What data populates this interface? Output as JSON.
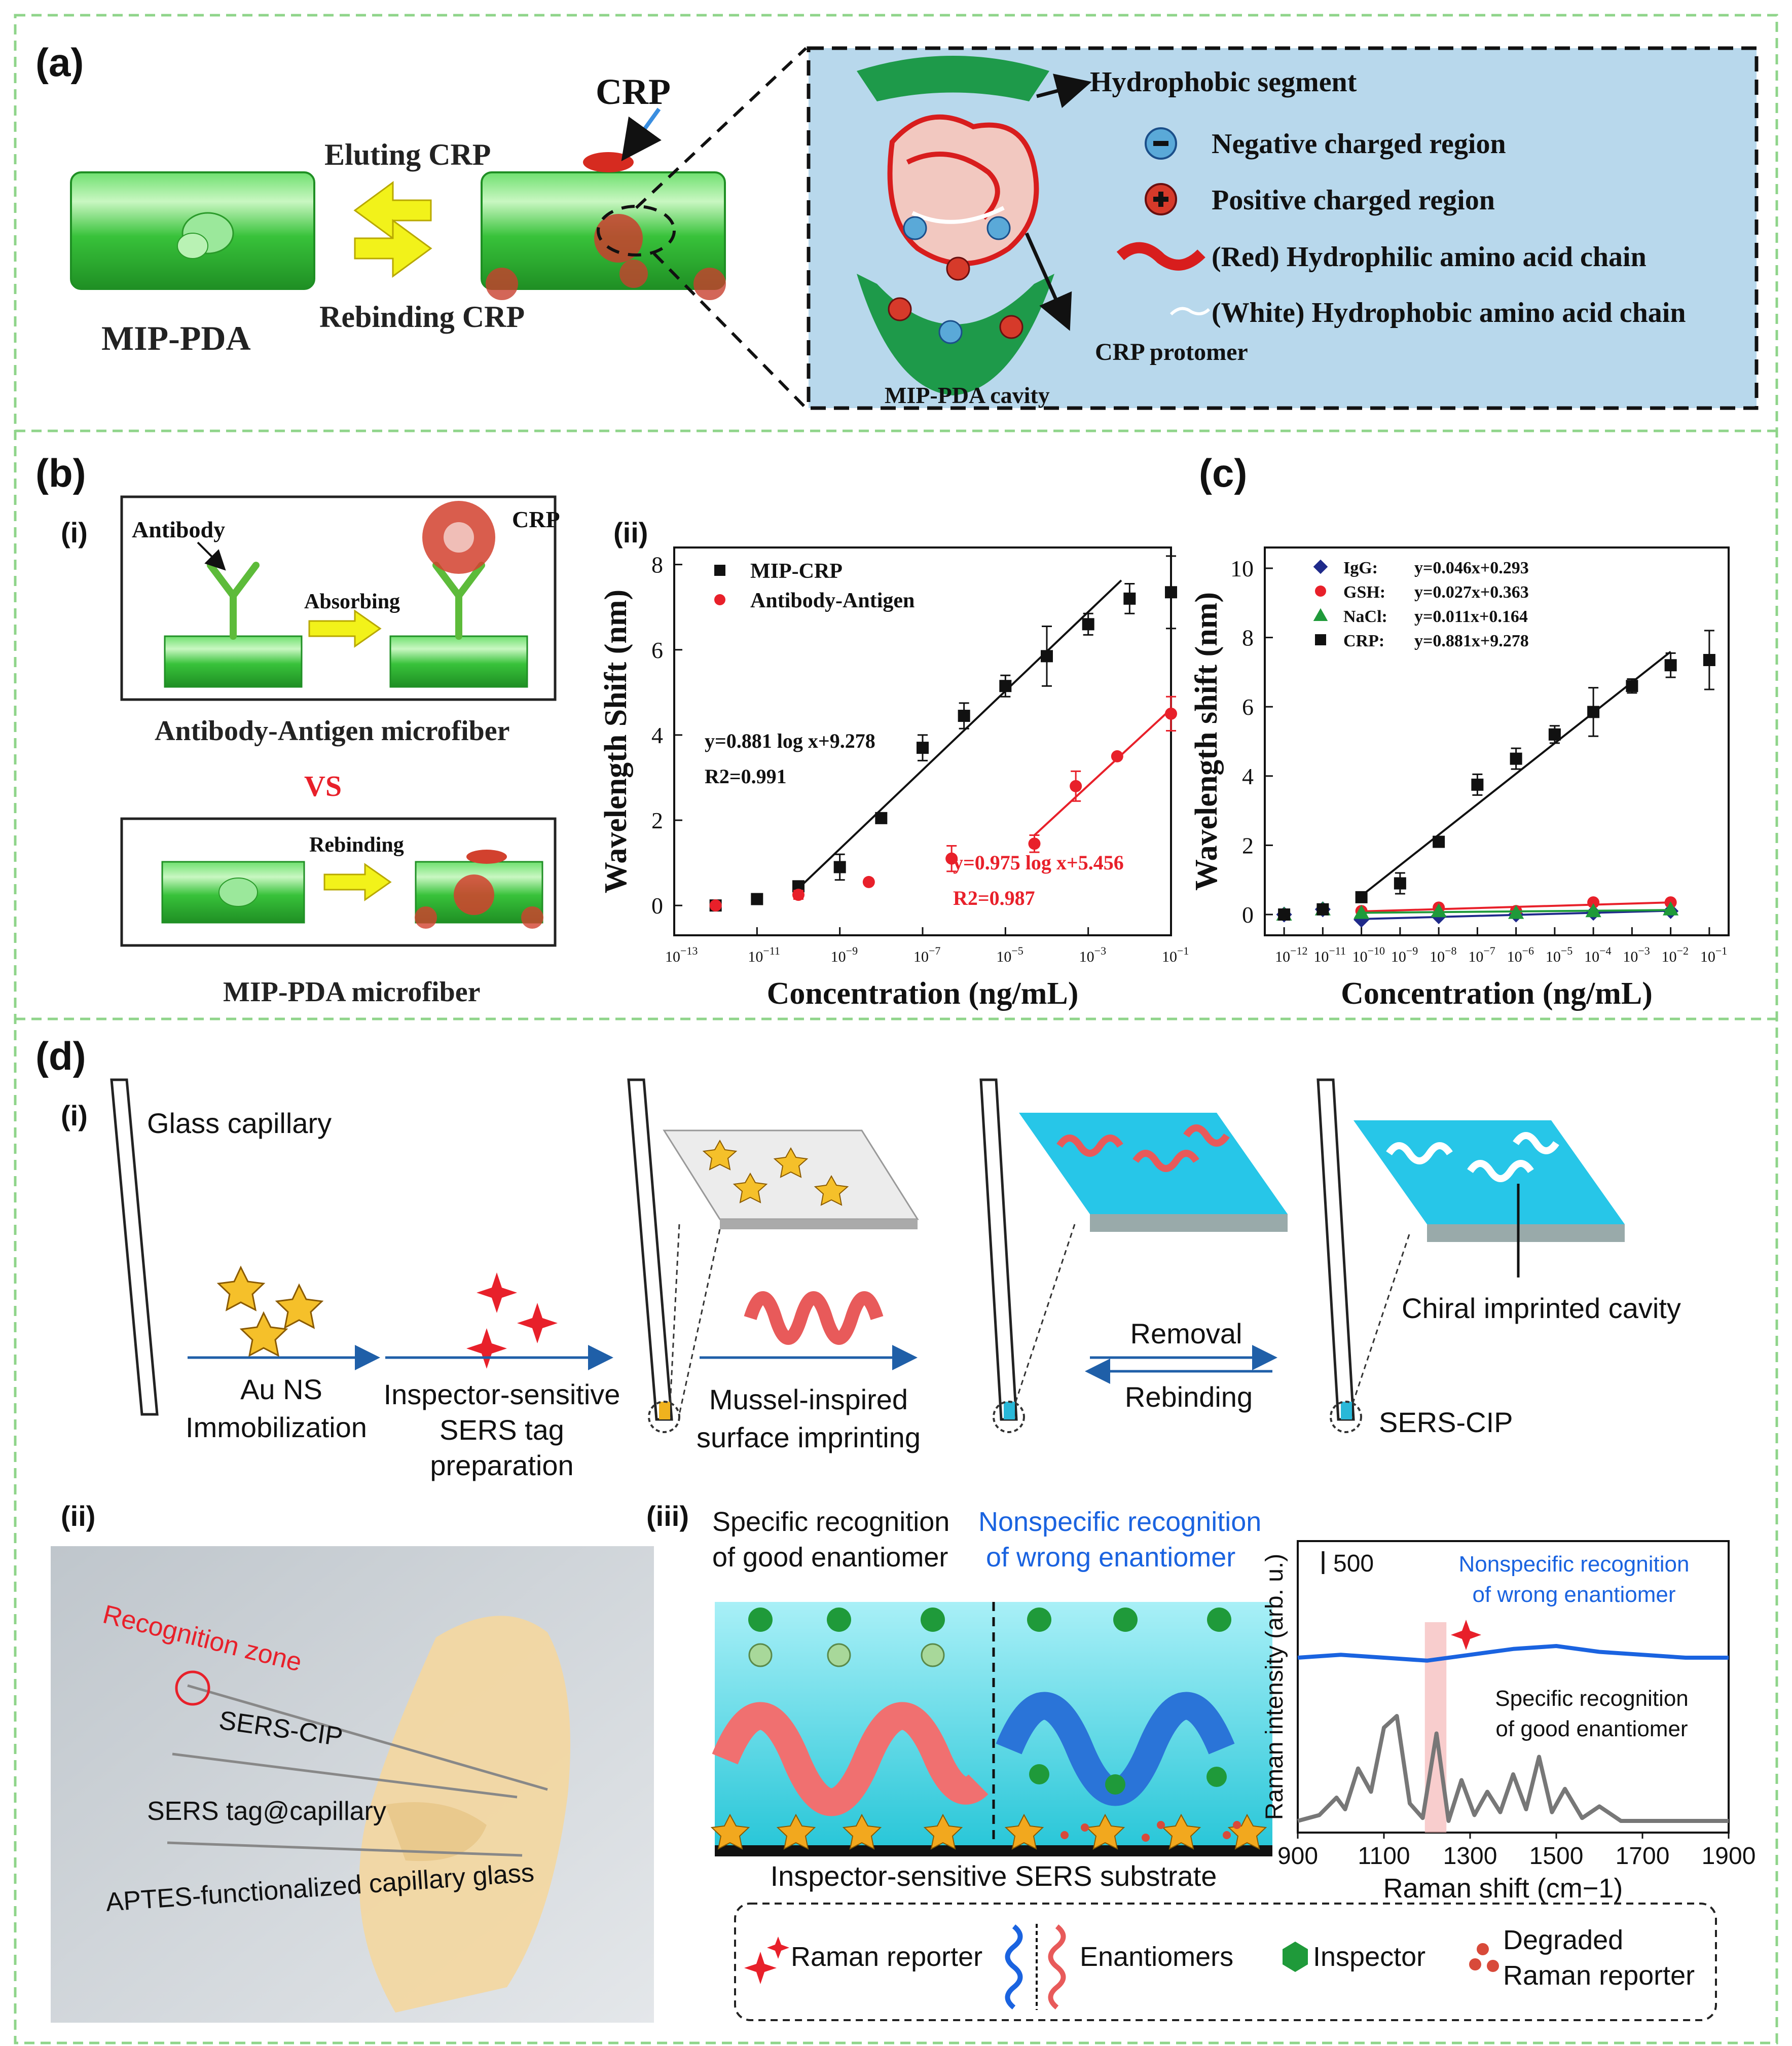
{
  "panel_a": {
    "label": "(a)",
    "crp": "CRP",
    "eluting": "Eluting CRP",
    "rebinding": "Rebinding CRP",
    "mip_pda": "MIP-PDA",
    "cavity_label": "MIP-PDA cavity",
    "protomer_label": "CRP protomer",
    "legend": {
      "hydrophobic_segment": "Hydrophobic segment",
      "negative": "Negative charged region",
      "positive": "Positive charged region",
      "red_chain": "(Red) Hydrophilic amino acid chain",
      "white_chain": "(White) Hydrophobic amino acid chain"
    }
  },
  "panel_b": {
    "label": "(b)",
    "sub_i": "(i)",
    "sub_ii": "(ii)",
    "antibody": "Antibody",
    "crp": "CRP",
    "absorbing": "Absorbing",
    "rebinding": "Rebinding",
    "caption_top": "Antibody-Antigen microfiber",
    "vs": "VS",
    "caption_bottom": "MIP-PDA microfiber"
  },
  "panel_c": {
    "label": "(c)"
  },
  "panel_d": {
    "label": "(d)",
    "sub_i": "(i)",
    "sub_ii": "(ii)",
    "sub_iii": "(iii)",
    "glass_capillary": "Glass capillary",
    "au_ns_1": "Au NS",
    "au_ns_2": "Immobilization",
    "inspector_1": "Inspector-sensitive",
    "inspector_2": "SERS tag",
    "inspector_3": "preparation",
    "mussel_1": "Mussel-inspired",
    "mussel_2": "surface imprinting",
    "removal": "Removal",
    "rebinding": "Rebinding",
    "chiral": "Chiral imprinted cavity",
    "sers_cip": "SERS-CIP",
    "photo": {
      "recognition_zone": "Recognition zone",
      "sers_cip": "SERS-CIP",
      "sers_tag": "SERS tag@capillary",
      "aptes": "APTES-functionalized capillary glass"
    },
    "iii": {
      "specific_1": "Specific recognition",
      "specific_2": "of good enantiomer",
      "nonspecific_1": "Nonspecific recognition",
      "nonspecific_2": "of wrong enantiomer",
      "substrate": "Inspector-sensitive SERS substrate",
      "legend_raman": "Raman reporter",
      "legend_enantiomers": "Enantiomers",
      "legend_inspector": "Inspector",
      "legend_degraded_1": "Degraded",
      "legend_degraded_2": "Raman reporter"
    }
  },
  "chart_data": [
    {
      "id": "b_ii",
      "type": "scatter",
      "xlabel": "Concentration (ng/mL)",
      "ylabel": "Wavelength Shift (nm)",
      "xscale": "log",
      "xlim_exp": [
        -13,
        -1
      ],
      "xticks_exp": [
        -13,
        -11,
        -9,
        -7,
        -5,
        -3,
        -1
      ],
      "ylim": [
        -0.7,
        8.4
      ],
      "yticks": [
        0,
        2,
        4,
        6,
        8
      ],
      "legend_position": "top-left",
      "series": [
        {
          "name": "MIP-CRP",
          "color": "#111111",
          "marker": "square",
          "x_exp": [
            -12,
            -11,
            -10,
            -9,
            -8,
            -7,
            -6,
            -5,
            -4,
            -3,
            -2,
            -1
          ],
          "y": [
            0.0,
            0.15,
            0.45,
            0.9,
            2.05,
            3.7,
            4.45,
            5.15,
            5.85,
            6.6,
            7.2,
            7.35
          ],
          "err": [
            0.05,
            0.05,
            0.1,
            0.3,
            0.1,
            0.3,
            0.3,
            0.25,
            0.7,
            0.25,
            0.35,
            0.85
          ],
          "fit_x_exp": [
            -10,
            -2.2
          ],
          "fit_label_1": "y=0.881 log x+9.278",
          "fit_label_2": "R2=0.991"
        },
        {
          "name": "Antibody-Antigen",
          "color": "#e8202a",
          "marker": "circle",
          "x_exp": [
            -12,
            -10,
            -8.3,
            -6.3,
            -4.3,
            -3.3,
            -2.3,
            -1
          ],
          "y": [
            0.0,
            0.25,
            0.55,
            1.1,
            1.45,
            2.8,
            3.5,
            4.5
          ],
          "err": [
            0.05,
            0.1,
            0.05,
            0.3,
            0.2,
            0.35,
            0.05,
            0.4
          ],
          "fit_x_exp": [
            -4.3,
            -1
          ],
          "fit_label_1": "y=0.975 log x+5.456",
          "fit_label_2": "R2=0.987"
        }
      ]
    },
    {
      "id": "c",
      "type": "scatter",
      "xlabel": "Concentration (ng/mL)",
      "ylabel": "Wavelength shift (nm)",
      "xscale": "log",
      "xlim_exp": [
        -12.5,
        -0.5
      ],
      "xticks_exp": [
        -12,
        -11,
        -10,
        -9,
        -8,
        -7,
        -6,
        -5,
        -4,
        -3,
        -2,
        -1
      ],
      "ylim": [
        -0.6,
        10.6
      ],
      "yticks": [
        0,
        2,
        4,
        6,
        8,
        10
      ],
      "legend_position": "top-left",
      "series": [
        {
          "name": "IgG:",
          "equation": "y=0.046x+0.293",
          "color": "#1f2a8a",
          "marker": "diamond",
          "x_exp": [
            -12,
            -11,
            -10,
            -8,
            -6,
            -4,
            -2
          ],
          "y": [
            0.0,
            0.15,
            -0.15,
            -0.05,
            0.0,
            0.05,
            0.1
          ],
          "fit_x_exp": [
            -10,
            -2
          ]
        },
        {
          "name": "GSH:",
          "equation": "y=0.027x+0.363",
          "color": "#e8202a",
          "marker": "circle",
          "x_exp": [
            -12,
            -11,
            -10,
            -8,
            -6,
            -4,
            -2
          ],
          "y": [
            0.0,
            0.15,
            0.1,
            0.2,
            0.1,
            0.35,
            0.35
          ],
          "fit_x_exp": [
            -10,
            -2
          ]
        },
        {
          "name": "NaCl:",
          "equation": "y=0.011x+0.164",
          "color": "#1f9a3a",
          "marker": "triangle",
          "x_exp": [
            -12,
            -11,
            -10,
            -8,
            -6,
            -4,
            -2
          ],
          "y": [
            0.0,
            0.15,
            0.05,
            0.1,
            0.05,
            0.1,
            0.15
          ],
          "fit_x_exp": [
            -10,
            -2
          ]
        },
        {
          "name": "CRP:",
          "equation": "y=0.881x+9.278",
          "color": "#111111",
          "marker": "square",
          "x_exp": [
            -12,
            -11,
            -10,
            -9,
            -8,
            -7,
            -6,
            -5,
            -4,
            -3,
            -2,
            -1
          ],
          "y": [
            0.0,
            0.15,
            0.5,
            0.9,
            2.1,
            3.75,
            4.5,
            5.2,
            5.85,
            6.6,
            7.2,
            7.35
          ],
          "err": [
            0.05,
            0.05,
            0.1,
            0.3,
            0.1,
            0.3,
            0.3,
            0.25,
            0.7,
            0.2,
            0.35,
            0.85
          ],
          "fit_x_exp": [
            -10,
            -2
          ]
        }
      ]
    },
    {
      "id": "d_iii_raman",
      "type": "line",
      "xlabel": "Raman shift (cm−1)",
      "ylabel": "Raman intensity (arb. u.)",
      "xlim": [
        900,
        1900
      ],
      "xticks": [
        900,
        1100,
        1300,
        1500,
        1700,
        1900
      ],
      "scale_bar": "500",
      "highlight_range": [
        1195,
        1245
      ],
      "series": [
        {
          "name": "Nonspecific recognition of wrong enantiomer",
          "color": "#1a63e0",
          "x": [
            900,
            1000,
            1100,
            1200,
            1300,
            1400,
            1500,
            1600,
            1700,
            1800,
            1900
          ],
          "y": [
            0.6,
            0.61,
            0.6,
            0.59,
            0.61,
            0.63,
            0.64,
            0.62,
            0.61,
            0.6,
            0.6
          ]
        },
        {
          "name": "Specific recognition of good enantiomer",
          "color": "#777777",
          "x": [
            900,
            950,
            990,
            1010,
            1040,
            1070,
            1100,
            1130,
            1160,
            1190,
            1222,
            1250,
            1280,
            1310,
            1340,
            1370,
            1400,
            1430,
            1460,
            1490,
            1520,
            1560,
            1600,
            1650,
            1700,
            1800,
            1900
          ],
          "y": [
            0.04,
            0.06,
            0.12,
            0.08,
            0.22,
            0.14,
            0.36,
            0.4,
            0.1,
            0.05,
            0.34,
            0.04,
            0.18,
            0.06,
            0.14,
            0.07,
            0.2,
            0.08,
            0.26,
            0.07,
            0.15,
            0.05,
            0.09,
            0.04,
            0.04,
            0.04,
            0.04
          ]
        }
      ]
    }
  ]
}
